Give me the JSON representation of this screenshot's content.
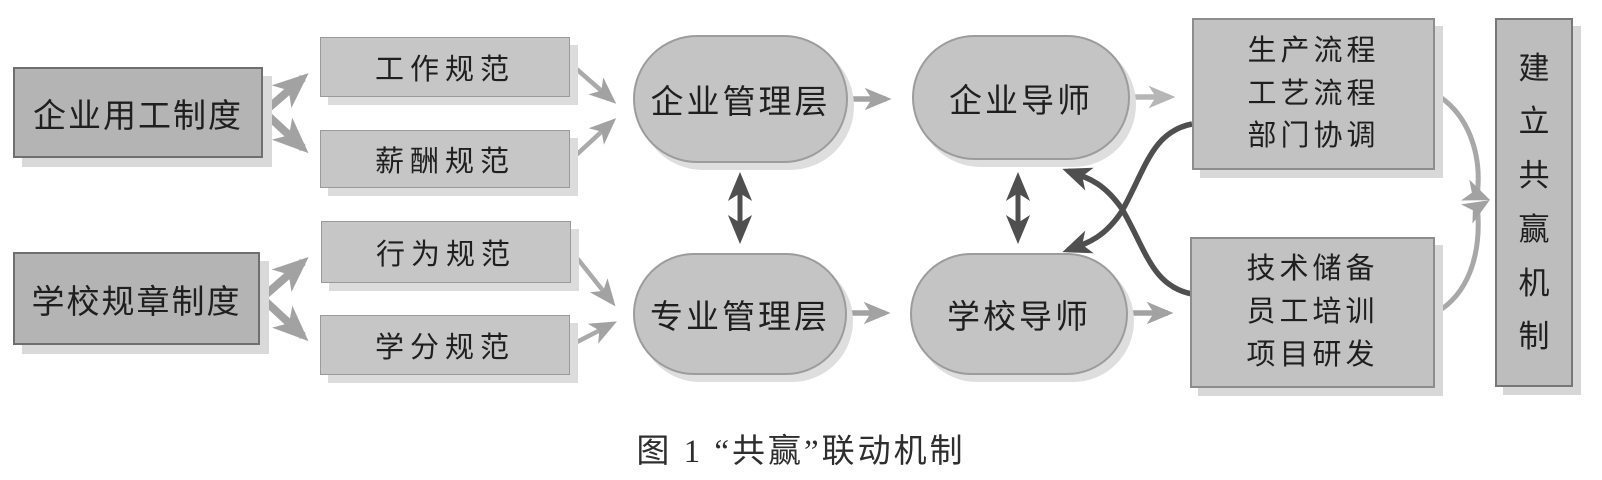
{
  "figure": {
    "caption": "图 1 “共赢”联动机制"
  },
  "nodes": {
    "enterprise_system": "企业用工制度",
    "school_system": "学校规章制度",
    "work_norm": "工作规范",
    "salary_norm": "薪酬规范",
    "behavior_norm": "行为规范",
    "credit_norm": "学分规范",
    "enterprise_mgmt": "企业管理层",
    "major_mgmt": "专业管理层",
    "enterprise_mentor": "企业导师",
    "school_mentor": "学校导师",
    "production_box": {
      "lines": [
        "生产流程",
        "工艺流程",
        "部门协调"
      ]
    },
    "tech_box": {
      "lines": [
        "技术储备",
        "员工培训",
        "项目研发"
      ]
    },
    "win_box": {
      "label": "建立共赢机制",
      "chars": [
        "建",
        "立",
        "共",
        "赢",
        "机",
        "制"
      ]
    }
  },
  "colors": {
    "box_fill": "#c4c4c4",
    "dark_box_fill": "#b4b4b4",
    "arrow_gray": "#a2a2a2",
    "arrow_light": "#b6b6b6",
    "arrow_dark": "#4f4f4f",
    "shadow": "#d8d8d8",
    "text": "#1f1f1f"
  }
}
